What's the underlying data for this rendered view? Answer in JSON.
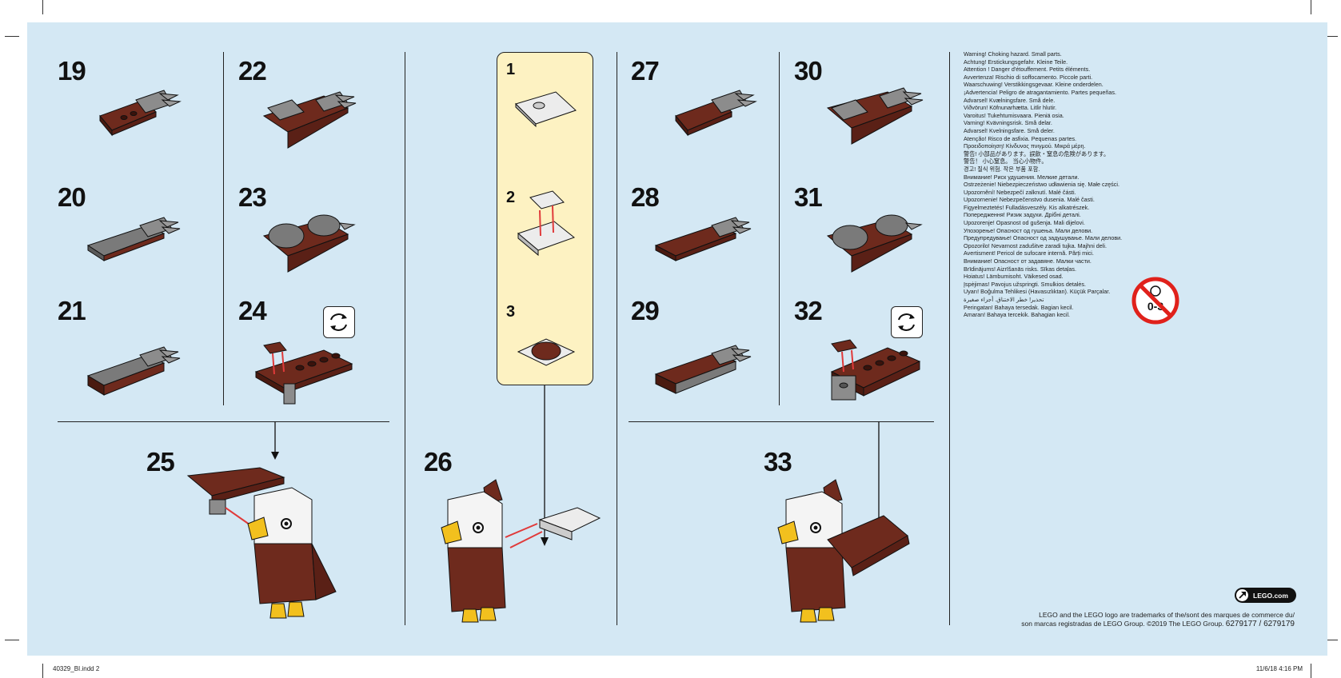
{
  "steps": {
    "s19": "19",
    "s20": "20",
    "s21": "21",
    "s22": "22",
    "s23": "23",
    "s24": "24",
    "s25": "25",
    "s26": "26",
    "s27": "27",
    "s28": "28",
    "s29": "29",
    "s30": "30",
    "s31": "31",
    "s32": "32",
    "s33": "33"
  },
  "substeps": {
    "a": "1",
    "b": "2",
    "c": "3"
  },
  "warnings": [
    "Warning! Choking hazard. Small parts.",
    "Achtung! Erstickungsgefahr. Kleine Teile.",
    "Attention ! Danger d'étouffement. Petits éléments.",
    "Avvertenza! Rischio di soffocamento. Piccole parti.",
    "Waarschuwing! Verstikkingsgevaar. Kleine onderdelen.",
    "¡Advertencia! Peligro de atragantamiento. Partes pequeñas.",
    "Advarsel! Kvælningsfare. Små dele.",
    "Viðvörun! Köfnunarhætta. Litlir hlutir.",
    "Varoitus! Tukehtumisvaara. Pieniä osia.",
    "Varning! Kvävningsrisk. Små delar.",
    "Advarsel! Kvelningsfare. Små deler.",
    "Atenção! Risco de asfixia. Pequenas partes.",
    "Προειδοποίηση! Κίνδυνος πνιγμού. Μικρά μέρη.",
    "警告! 小部品があります。誤飲・窒息の危険があります。",
    "警告！ 小心窒息。 当心小物件。",
    "경고! 질식 위험. 작은 부품 포함.",
    "Внимание! Риск удушения. Мелкие детали.",
    "Ostrzeżenie! Niebezpieczeństwo udławienia się. Małe części.",
    "Upozornění! Nebezpečí zalknutí. Malé části.",
    "Upozornenie! Nebezpečenstvo dusenia. Malé časti.",
    "Figyelmeztetés! Fulladásveszély. Kis alkatrészek.",
    "Попередження! Ризик задухи. Дрібні деталі.",
    "Upozorenje! Opasnost od gušenja. Mali dijelovi.",
    "Упозорење! Опасност од гушења. Мали делови.",
    "Предупредување! Опасност од задушување. Мали делови.",
    "Opozorilo! Nevarnost zadušitve zaradi tujka. Majhni deli.",
    "Avertisment! Pericol de sufocare internă. Părți mici.",
    "Внимание! Опасност от задавяне. Малки части.",
    "Brīdinājums! Aizrīšanās risks. Sīkas detaļas.",
    "Hoiatus! Lämbumisoht. Väikesed osad.",
    "Įspėjimas! Pavojus užspringti. Smulkios detalės.",
    "Uyarı! Boğulma Tehlikesi (Havasızlıktan). Küçük Parçalar.",
    "تحذير! خطر الاختناق. أجزاء صغيرة",
    "Peringatan! Bahaya tersedak. Bagian kecil.",
    "Amaran! Bahaya tercekik. Bahagian kecil."
  ],
  "age_label": "0-3",
  "lego_link": "LEGO.com",
  "trademark": {
    "line1": "LEGO and the LEGO logo are trademarks of the/sont des marques de commerce du/",
    "line2": "son marcas registradas de LEGO Group. ©2019 The LEGO Group.",
    "codes": "6279177 / 6279179"
  },
  "footer": {
    "file": "40329_BI.indd   2",
    "date": "11/6/18   4:16 PM"
  },
  "colors": {
    "background": "#d4e8f4",
    "substep_panel": "#fdf2c2",
    "brick_brown": "#6e2a1d",
    "brick_grey": "#8c8c8c",
    "arrow_red": "#e03a3a",
    "beak_yellow": "#f2c01e"
  }
}
